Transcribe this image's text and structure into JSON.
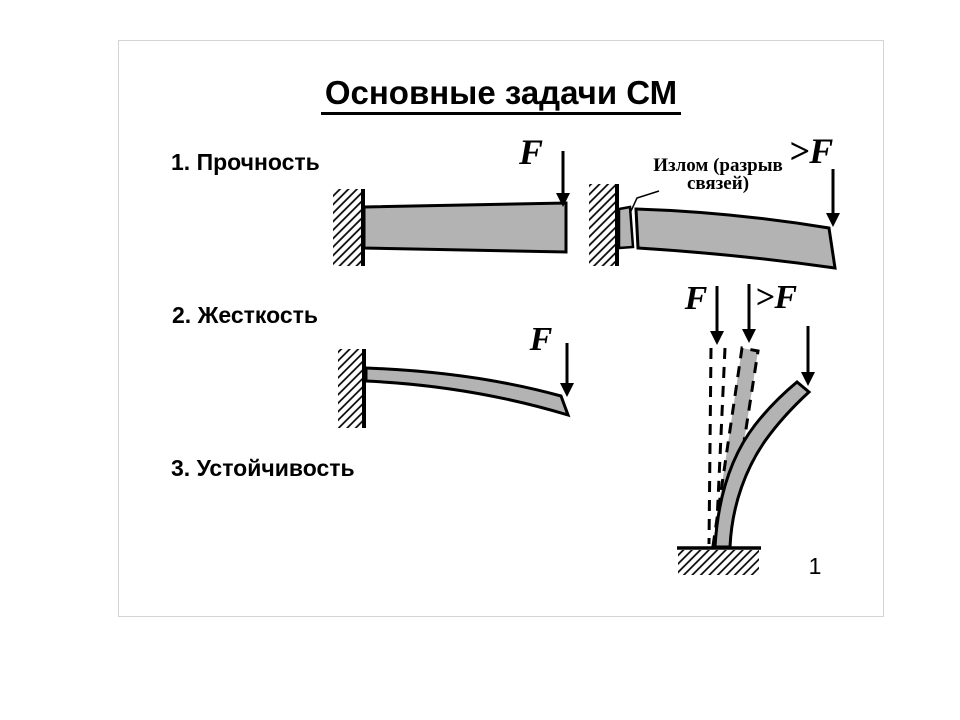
{
  "slide": {
    "title": "Основные задачи СМ",
    "page_number": "1"
  },
  "sections": {
    "strength": {
      "label": "1. Прочность"
    },
    "stiffness": {
      "label": "2. Жесткость"
    },
    "stability": {
      "label": "3. Устойчивость"
    }
  },
  "annotations": {
    "fracture_note": "Излом (разрыв связей)"
  },
  "forces": {
    "f": "F",
    "greater_f": ">F"
  },
  "colors": {
    "beam_fill": "#b3b3b3",
    "outline": "#000000",
    "slide_border": "#d4d4d4"
  }
}
